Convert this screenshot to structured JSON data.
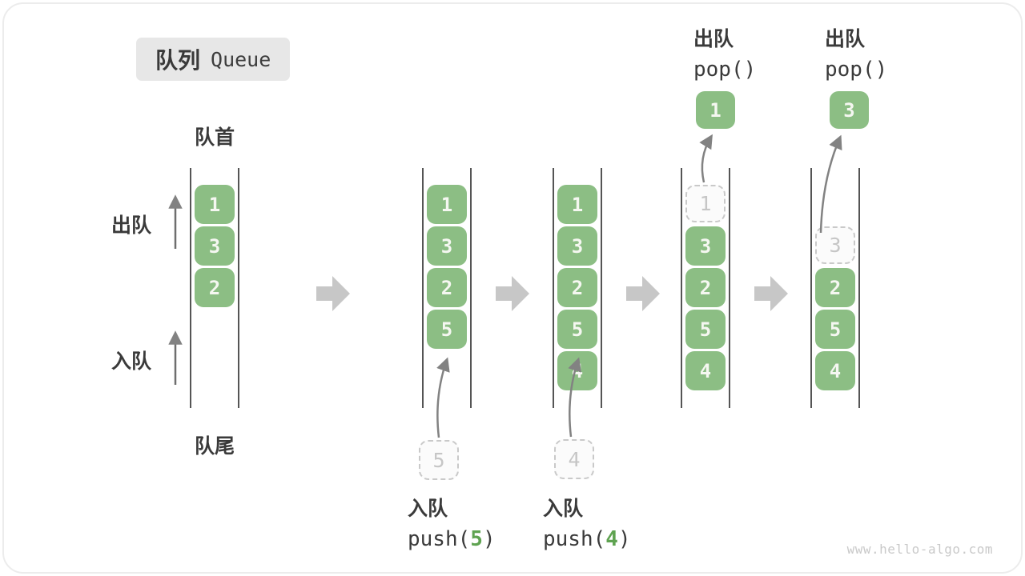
{
  "diagram": {
    "title_zh": "队列",
    "title_en": "Queue",
    "front_label": "队首",
    "rear_label": "队尾",
    "dequeue_label": "出队",
    "enqueue_label": "入队",
    "watermark": "www.hello-algo.com"
  },
  "colors": {
    "box_green": "#8cbe84",
    "box_text": "#f5f7f1",
    "ghost_border": "#c9c9c9",
    "ghost_text": "#c6c6c6",
    "flow_arrow_gray": "#c7c7c7",
    "pointer_arrow_gray": "#828282",
    "text_dark": "#3a3a3a",
    "accent_green": "#5fa351",
    "title_bg": "#e7e7e7"
  },
  "queues": {
    "q1": {
      "items": [
        "1",
        "3",
        "2"
      ]
    },
    "q2": {
      "items": [
        "1",
        "3",
        "2",
        "5"
      ],
      "incoming": "5"
    },
    "q3": {
      "items": [
        "1",
        "3",
        "2",
        "5",
        "4"
      ],
      "incoming": "4"
    },
    "q4": {
      "ghost": "1",
      "items": [
        "3",
        "2",
        "5",
        "4"
      ],
      "popped": "1"
    },
    "q5": {
      "ghost": "3",
      "items": [
        "2",
        "5",
        "4"
      ],
      "popped": "3"
    }
  },
  "operations": {
    "push5": {
      "action": "入队",
      "fn_open": "push(",
      "arg": "5",
      "fn_close": ")"
    },
    "push4": {
      "action": "入队",
      "fn_open": "push(",
      "arg": "4",
      "fn_close": ")"
    },
    "pop_a": {
      "action": "出队",
      "fn": "pop()"
    },
    "pop_b": {
      "action": "出队",
      "fn": "pop()"
    }
  }
}
